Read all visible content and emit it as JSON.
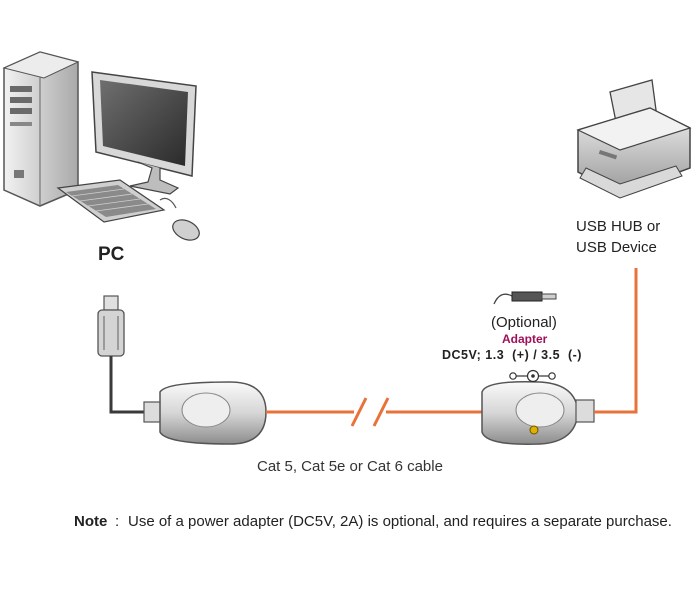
{
  "labels": {
    "pc": "PC",
    "device_line1": "USB HUB or",
    "device_line2": "USB Device",
    "optional": "(Optional)",
    "adapter": "Adapter",
    "dc_spec": "DC5V; 1.3  (+) / 3.5  (-)",
    "cable": "Cat 5, Cat 5e or Cat 6 cable"
  },
  "note": {
    "key": "Note",
    "separator": ":",
    "text": "Use of a power adapter (DC5V, 2A) is optional, and requires a separate purchase."
  },
  "colors": {
    "cable_orange": "#e8733a",
    "usb_cable_dark": "#3a3a3a",
    "adapter_text": "#a0105a",
    "device_gray": "#c8c8c8"
  },
  "icons": {
    "pc": "desktop-computer-icon",
    "printer": "printer-icon",
    "usb_plug": "usb-plug-icon",
    "power_plug": "dc-power-plug-icon",
    "polarity": "polarity-symbol-icon",
    "break": "cable-break-icon"
  }
}
